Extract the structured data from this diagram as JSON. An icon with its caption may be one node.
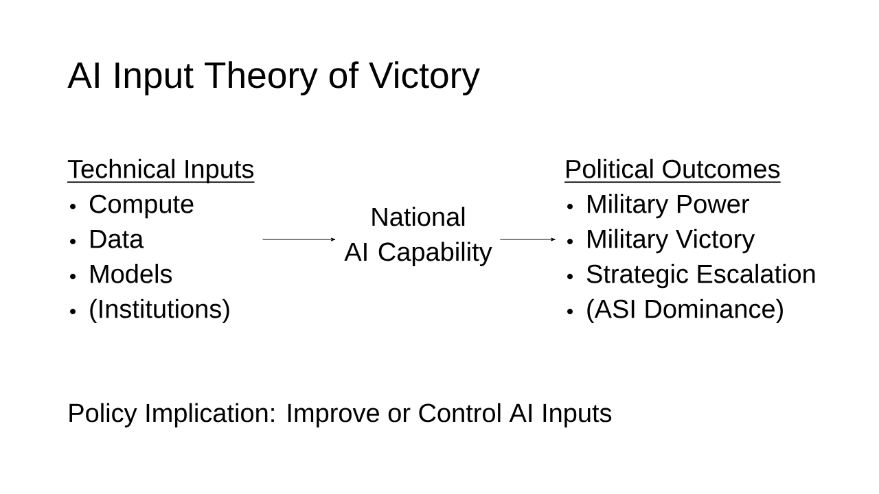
{
  "diagram": {
    "title": "AI Input Theory of Victory",
    "nodes": [
      {
        "text": [
          "Technical Inputs",
          "Compute",
          "Data",
          "Models",
          "(Institutions)"
        ]
      },
      {
        "text": [
          "National AI Capability"
        ]
      },
      {
        "text": [
          "Political Outcomes",
          "Military Power",
          "Military Victory",
          "Strategic Escalation",
          "(ASI Dominance)"
        ]
      }
    ],
    "edges": [
      {
        "from": 0,
        "to": 1,
        "arrow": "to"
      },
      {
        "from": 1,
        "to": 2,
        "arrow": "to"
      }
    ],
    "labels": [
      "Policy Implication: Improve or Control AI Inputs"
    ]
  }
}
